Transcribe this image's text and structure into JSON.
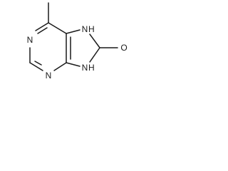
{
  "molecule": {
    "atoms": {
      "n1": "N",
      "n3": "N",
      "n7": "N",
      "h7": "H",
      "n9": "N",
      "h9": "H",
      "o8": "O"
    },
    "ink_color": "#1a1a1a",
    "background_color": "#ffffff"
  }
}
